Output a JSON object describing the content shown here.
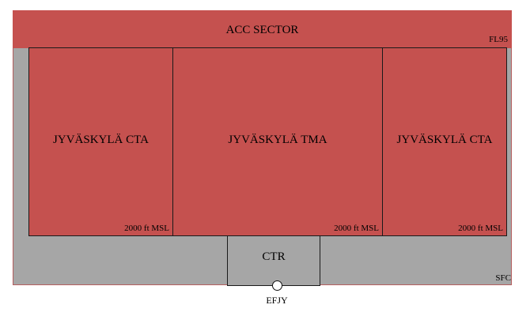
{
  "diagram": {
    "acc": {
      "label": "ACC SECTOR",
      "upper_limit": "FL95"
    },
    "cta_left": {
      "label": "JYVÄSKYLÄ CTA",
      "lower_limit": "2000 ft MSL"
    },
    "tma": {
      "label": "JYVÄSKYLÄ TMA",
      "lower_limit": "2000 ft MSL"
    },
    "cta_right": {
      "label": "JYVÄSKYLÄ CTA",
      "lower_limit": "2000 ft MSL"
    },
    "ctr": {
      "label": "CTR"
    },
    "surface": "SFC",
    "airport": "EFJY"
  },
  "colors": {
    "controlled": "#c5514f",
    "uncontrolled": "#a6a6a6",
    "border": "#1a1a1a"
  }
}
